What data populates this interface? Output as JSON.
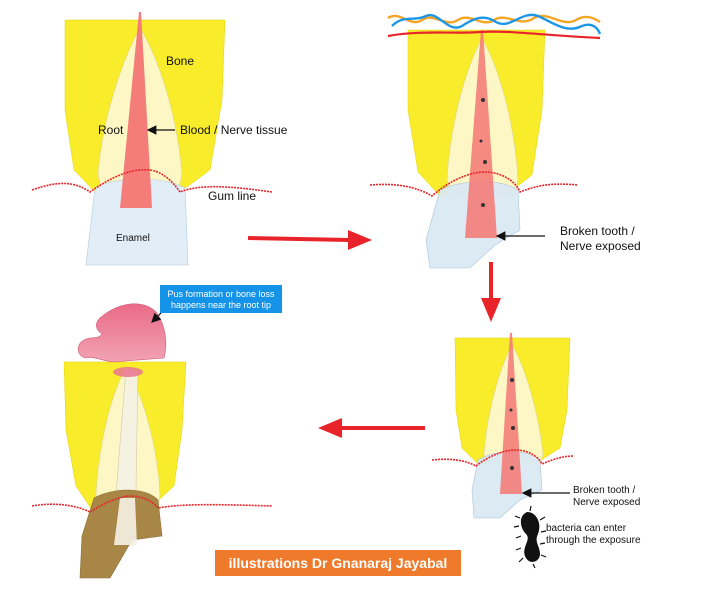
{
  "labels": {
    "bone": "Bone",
    "root": "Root",
    "blood_nerve": "Blood / Nerve tissue",
    "gum_line": "Gum line",
    "enamel": "Enamel",
    "broken_line1": "Broken tooth /",
    "broken_line2": "Nerve exposed",
    "bacteria_line1": "bacteria can enter",
    "bacteria_line2": "through the exposure",
    "pus_line1": "Pus formation or bone loss",
    "pus_line2": "happens near the root tip"
  },
  "credit": "illustrations Dr Gnanaraj Jayabal",
  "colors": {
    "bone": "#f8ec2b",
    "root": "#fcf7c4",
    "pulp": "#f47d7a",
    "gum": "#e8242a",
    "enamel": "#dbe9f4",
    "pus": "#e9748f",
    "broken_root": "#a88646",
    "arrow": "#e8242a",
    "tag_blue": "#1593e8",
    "credit_bg": "#f07a2b"
  }
}
